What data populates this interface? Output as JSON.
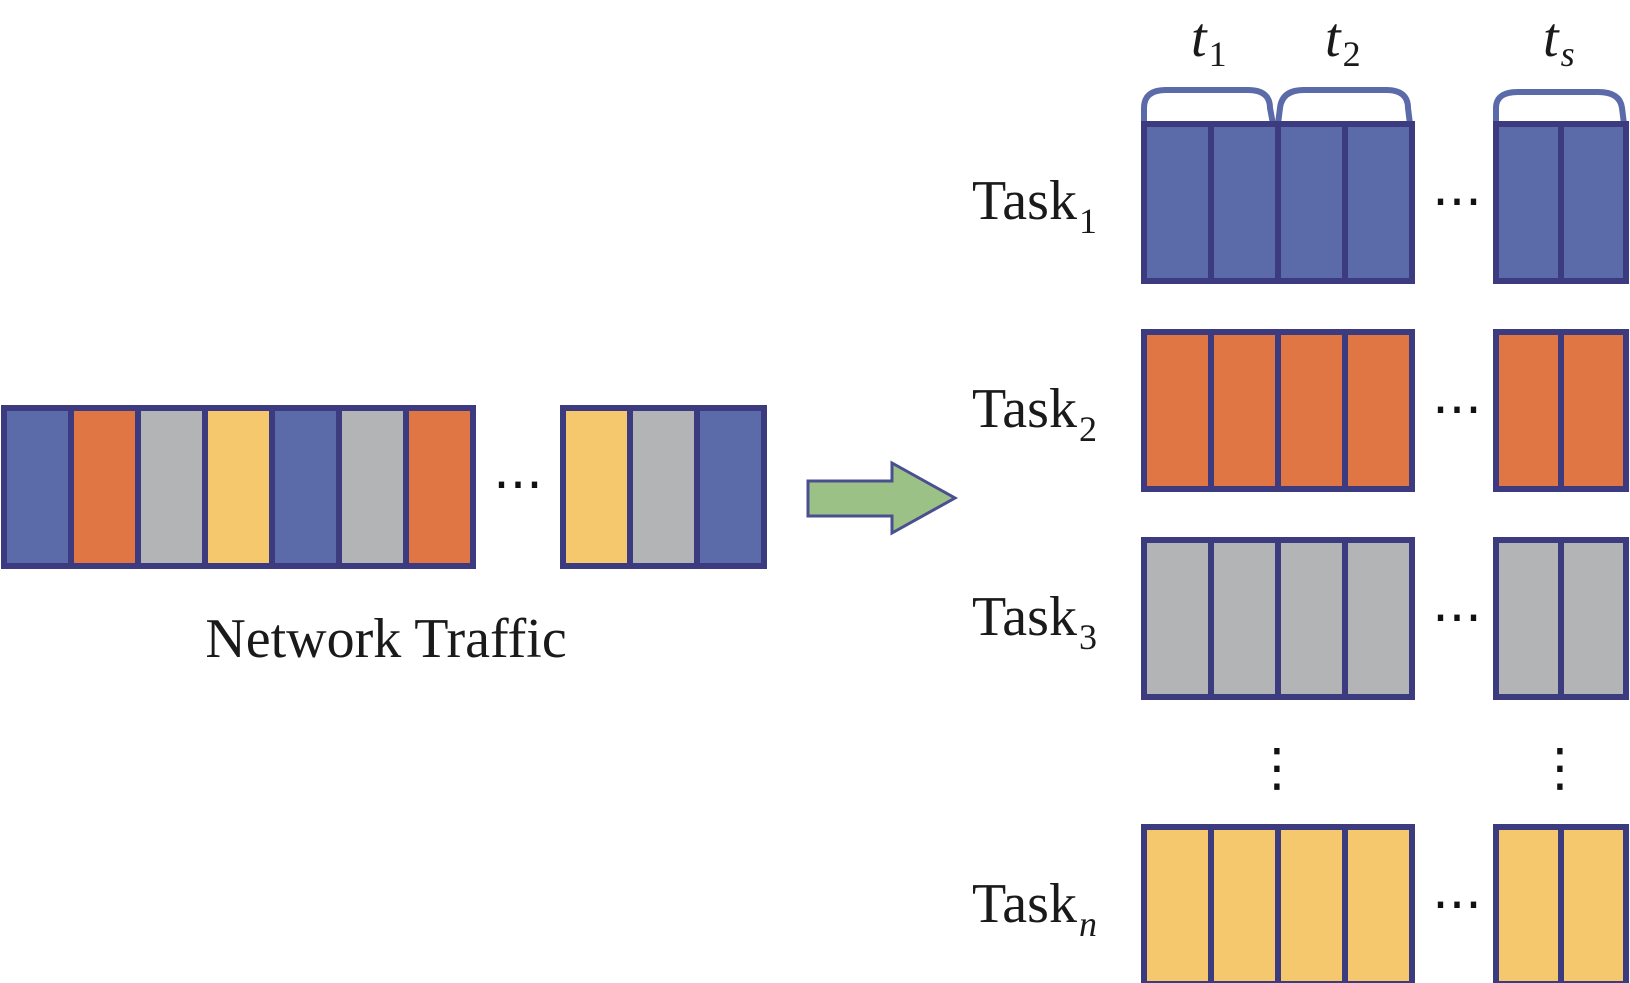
{
  "colors": {
    "border": "#3d3b80",
    "blue": "#5b6aa8",
    "orange": "#e07644",
    "gray": "#b3b4b6",
    "yellow": "#f5c86e",
    "arrow_fill": "#9cc186",
    "arrow_stroke": "#4a4f8f",
    "brace": "#5b6aa8"
  },
  "traffic": {
    "label": "Network Traffic",
    "left_cells": [
      "blue",
      "orange",
      "gray",
      "yellow",
      "blue",
      "gray",
      "orange"
    ],
    "right_cells": [
      "yellow",
      "gray",
      "blue"
    ],
    "ellipsis": "···"
  },
  "time_labels": [
    {
      "base": "t",
      "sub": "1"
    },
    {
      "base": "t",
      "sub": "2"
    },
    {
      "base": "t",
      "sub": "s"
    }
  ],
  "tasks": [
    {
      "base": "Task",
      "sub": "1",
      "color": "blue"
    },
    {
      "base": "Task",
      "sub": "2",
      "color": "orange"
    },
    {
      "base": "Task",
      "sub": "3",
      "color": "gray"
    },
    {
      "base": "Task",
      "sub": "n",
      "color": "yellow"
    }
  ],
  "ellipsis_h": "···",
  "ellipsis_v": "⋮"
}
